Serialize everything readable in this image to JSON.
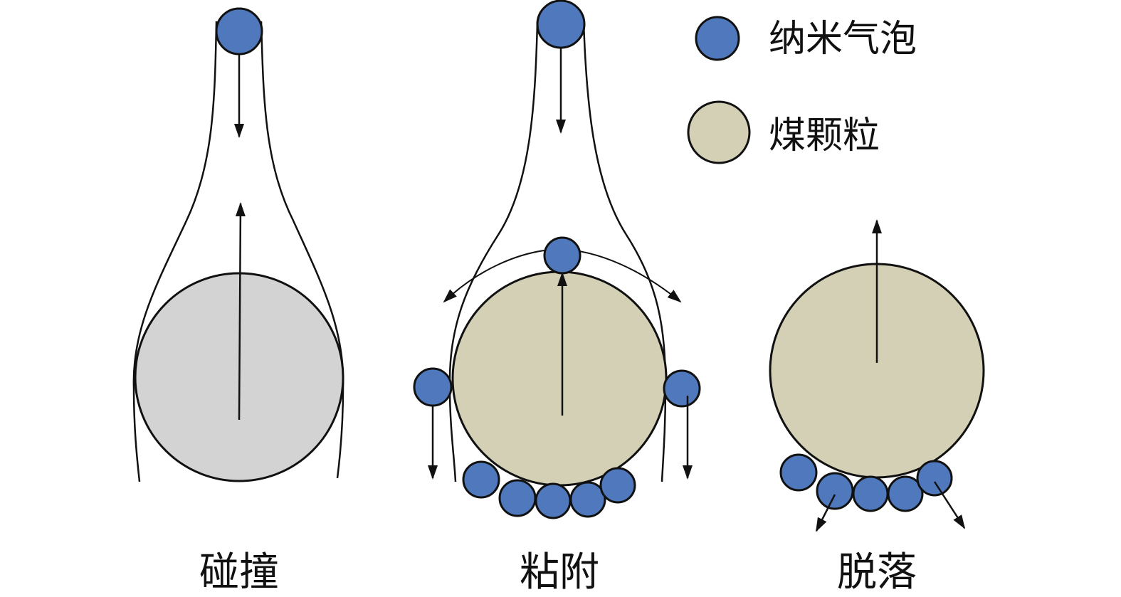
{
  "legend": {
    "bubble_label": "纳米气泡",
    "particle_label": "煤颗粒"
  },
  "stages": [
    {
      "label": "碰撞"
    },
    {
      "label": "粘附"
    },
    {
      "label": "脱落"
    }
  ],
  "colors": {
    "bubble_fill": "#4f79bc",
    "coal_fill": "#d4d0b6",
    "collision_particle_fill": "#d3d3d3",
    "stroke": "#111111"
  }
}
